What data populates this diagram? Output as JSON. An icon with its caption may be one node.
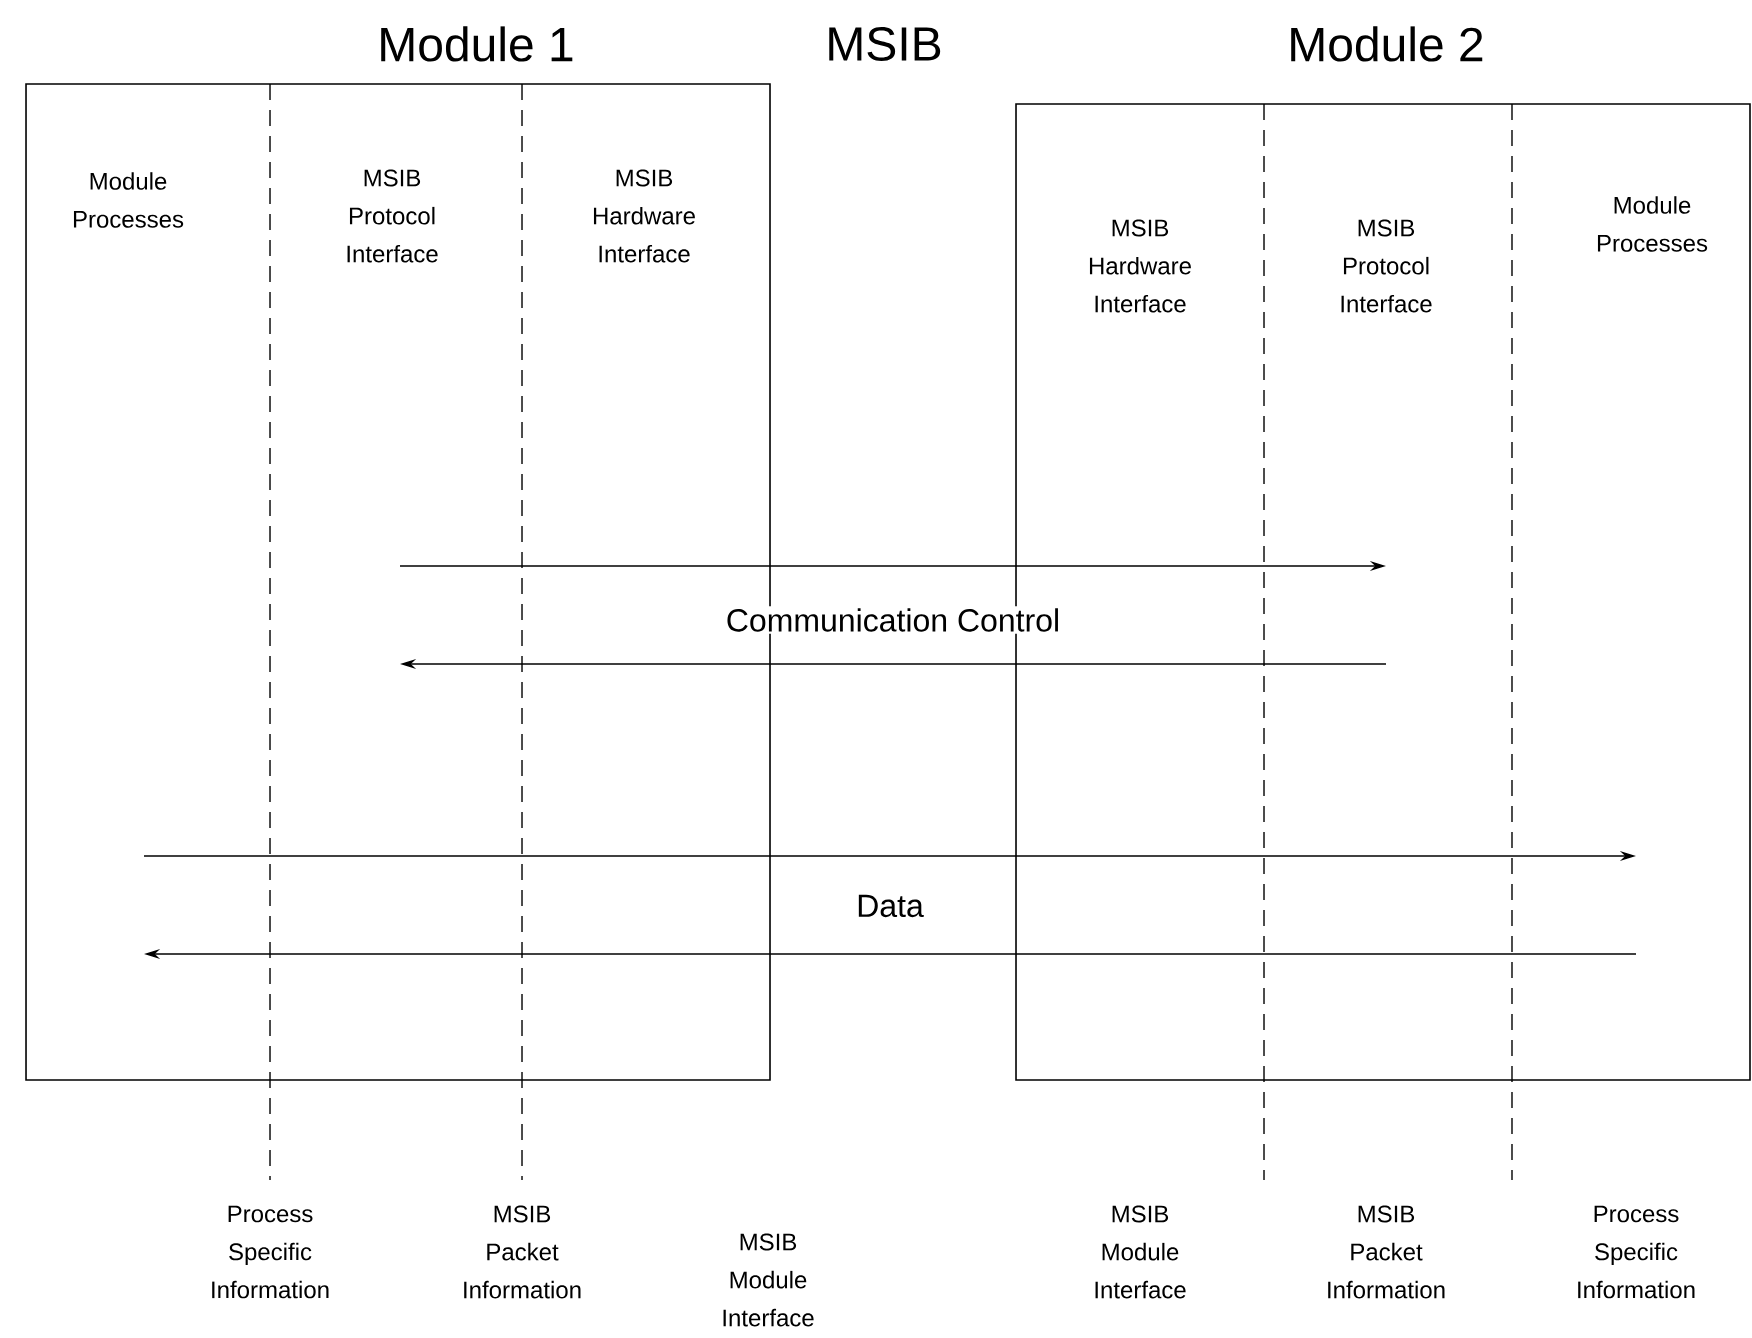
{
  "diagram": {
    "nodes": [
      {
        "text": [
          "Module 1"
        ]
      },
      {
        "text": [
          "Module 2"
        ]
      }
    ],
    "edges": [
      {
        "from": 0,
        "to": 1,
        "arrow": "to",
        "label": "Communication Control"
      },
      {
        "from": 1,
        "to": 0,
        "arrow": "to"
      },
      {
        "from": 0,
        "to": 1,
        "arrow": "to",
        "label": "Data"
      },
      {
        "from": 1,
        "to": 0,
        "arrow": "to"
      }
    ],
    "labels": [
      "MSIB",
      "Module Processes",
      "MSIB Protocol Interface",
      "MSIB Hardware Interface",
      "MSIB Hardware Interface",
      "MSIB Protocol Interface",
      "Module Processes",
      "Process Specific Information",
      "MSIB Packet Information",
      "MSIB Module Interface",
      "MSIB Module Interface",
      "MSIB Packet Information",
      "Process Specific Information"
    ]
  }
}
